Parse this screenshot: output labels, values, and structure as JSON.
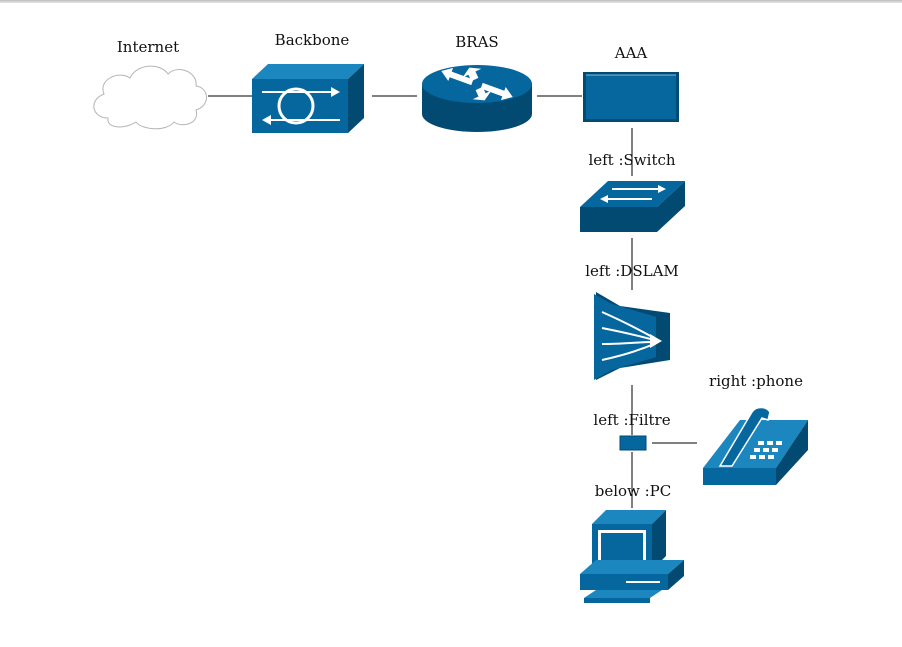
{
  "diagram": {
    "nodes": {
      "internet": "Internet",
      "backbone": "Backbone",
      "bras": "BRAS",
      "aaa": "AAA",
      "switch": "left :Switch",
      "dslam": "left :DSLAM",
      "filtre": "left :Filtre",
      "phone": "right :phone",
      "pc": "below :PC"
    },
    "edges": [
      [
        "internet",
        "backbone"
      ],
      [
        "backbone",
        "bras"
      ],
      [
        "bras",
        "aaa"
      ],
      [
        "aaa",
        "switch"
      ],
      [
        "switch",
        "dslam"
      ],
      [
        "dslam",
        "filtre"
      ],
      [
        "filtre",
        "phone"
      ],
      [
        "filtre",
        "pc"
      ]
    ],
    "colors": {
      "device": "#05679e",
      "device_light": "#1c86bf",
      "device_dark": "#034a73",
      "cloud": "#ffffff"
    },
    "icons": {
      "internet": "cloud-icon",
      "backbone": "atm-switch-icon",
      "bras": "router-icon",
      "aaa": "server-box-icon",
      "switch": "workgroup-switch-icon",
      "dslam": "dslam-icon",
      "filtre": "filter-icon",
      "phone": "telephone-icon",
      "pc": "pc-icon"
    }
  }
}
